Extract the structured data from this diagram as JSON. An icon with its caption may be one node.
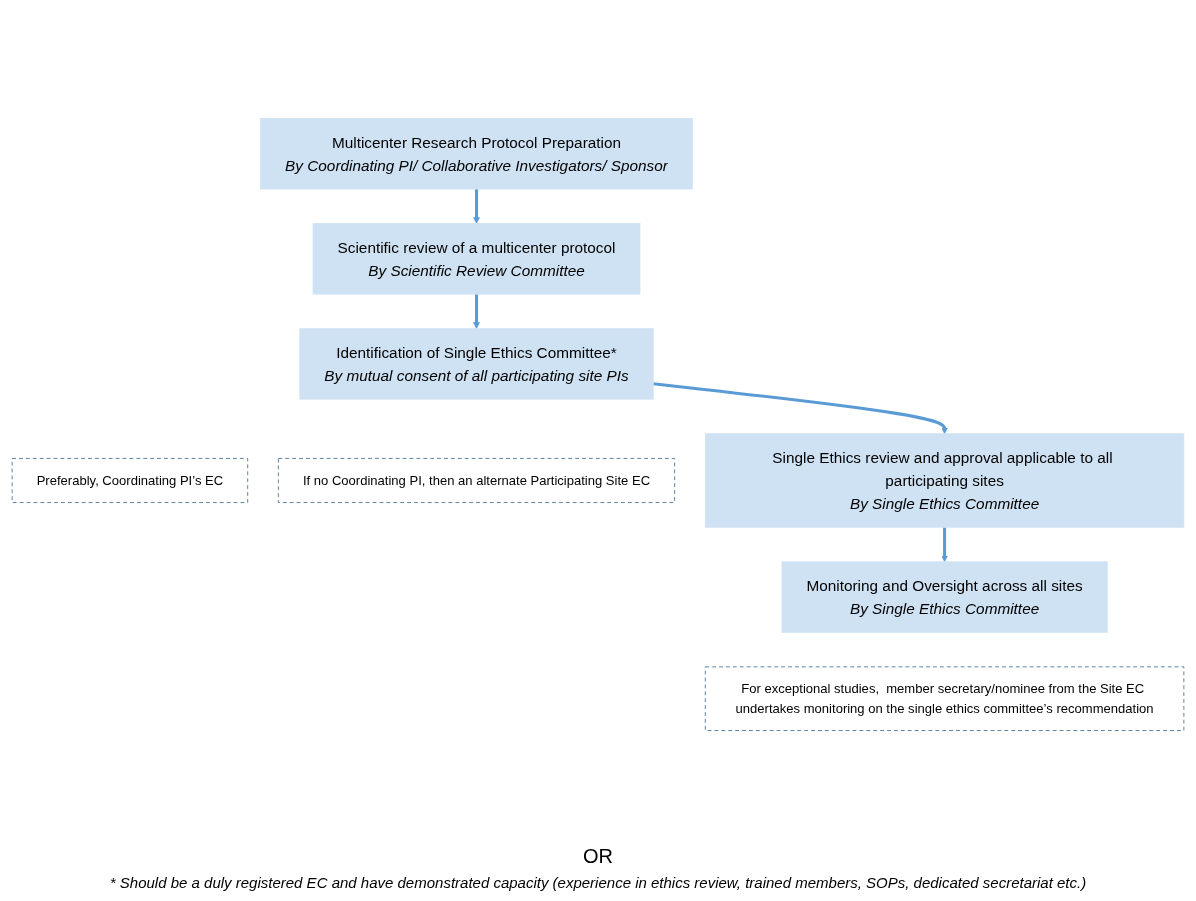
{
  "diagram": {
    "caption": "* Should be a duly registered EC and have demonstrated capacity (experience in ethics review, trained members, SOPs, dedicated secretariat etc.)",
    "nodes": [
      {
        "text": [
          "Multicenter Research Protocol Preparation",
          "By Coordinating PI/ Collaborative Investigators/ Sponsor"
        ]
      },
      {
        "text": [
          "Scientific review of a multicenter protocol",
          "By Scientific Review Committee"
        ]
      },
      {
        "text": [
          "Identification of Single Ethics Committee*",
          "By mutual consent of all participating site PIs"
        ]
      },
      {
        "text": [
          "Preferably, Coordinating PI’s EC"
        ]
      },
      {
        "text": [
          "If no Coordinating PI, then an alternate Participating Site EC"
        ]
      },
      {
        "text": [
          "Single Ethics review and approval applicable to all participating sites",
          "By Single Ethics Committee"
        ]
      },
      {
        "text": [
          "Monitoring and Oversight across all sites",
          "By Single Ethics Committee"
        ]
      },
      {
        "text": [
          "For exceptional studies,  member secretary/nominee from the Site EC undertakes monitoring on the single ethics committee’s recommendation"
        ]
      }
    ],
    "edges": [
      {
        "from": 0,
        "to": 1,
        "arrow": "to"
      },
      {
        "from": 1,
        "to": 2,
        "arrow": "to"
      },
      {
        "from": 2,
        "to": 5,
        "arrow": "to"
      },
      {
        "from": 5,
        "to": 6,
        "arrow": "to"
      }
    ],
    "labels": [
      "OR"
    ]
  }
}
